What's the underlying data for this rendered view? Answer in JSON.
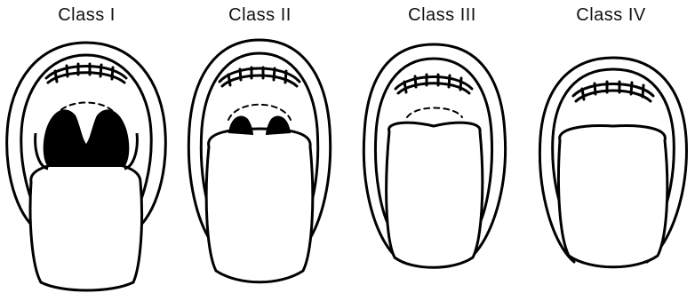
{
  "figure": {
    "panels": [
      {
        "label": "Class I",
        "roman": "I",
        "visible": "tonsils, pillars, uvula"
      },
      {
        "label": "Class II",
        "roman": "II",
        "visible": "pillars, uvula"
      },
      {
        "label": "Class III",
        "roman": "III",
        "visible": "soft palate, base of uvula"
      },
      {
        "label": "Class IV",
        "roman": "IV",
        "visible": "hard palate only"
      }
    ]
  }
}
